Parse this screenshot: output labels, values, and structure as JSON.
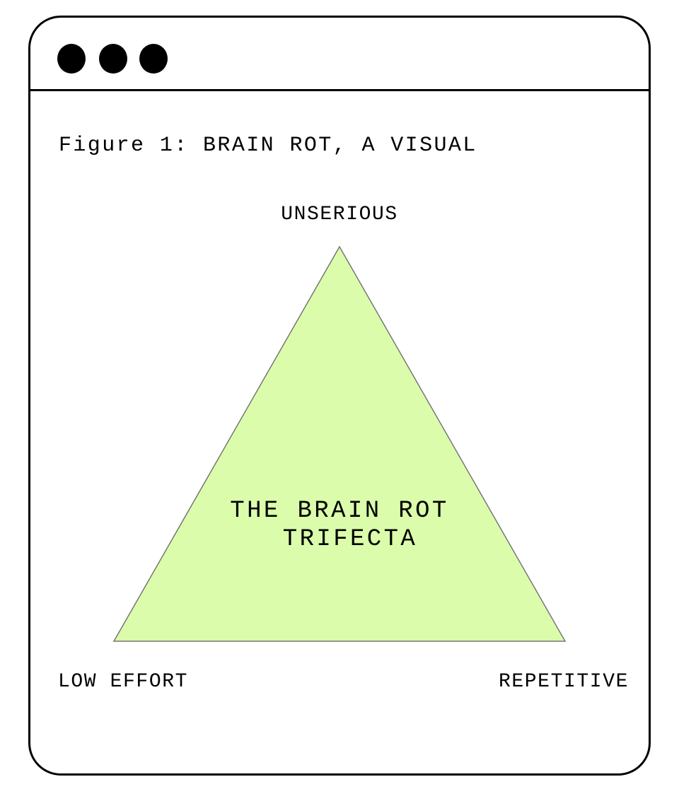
{
  "window": {
    "controls": [
      "close-dot",
      "minimize-dot",
      "maximize-dot"
    ]
  },
  "figure": {
    "title": "Figure 1: BRAIN ROT, A VISUAL",
    "center_line1": "THE BRAIN ROT",
    "center_line2": "TRIFECTA",
    "vertices": {
      "top": "UNSERIOUS",
      "bottom_left": "LOW EFFORT",
      "bottom_right": "REPETITIVE"
    },
    "colors": {
      "fill": "#dbfdab",
      "stroke": "#777777"
    }
  }
}
